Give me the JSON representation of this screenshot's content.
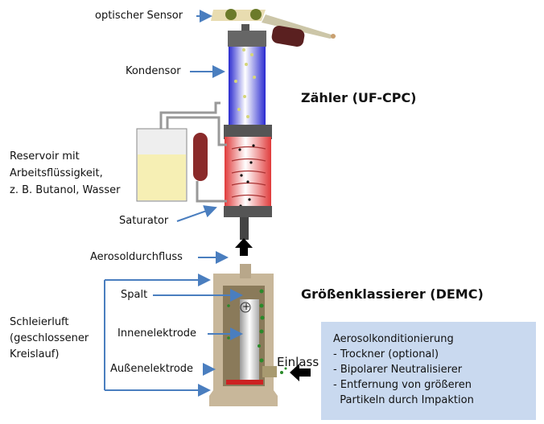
{
  "labels": {
    "optical_sensor": "optischer Sensor",
    "condenser": "Kondensor",
    "reservoir": [
      "Reservoir mit",
      "Arbeitsflüssigkeit,",
      "z. B. Butanol, Wasser"
    ],
    "saturator": "Saturator",
    "aerosol_flow": "Aerosoldurchfluss",
    "gap": "Spalt",
    "inner_electrode": "Innenelektrode",
    "outer_electrode": "Außenelektrode",
    "sheath_air": [
      "Schleierluft",
      "(geschlossener",
      "Kreislauf)"
    ],
    "inlet": "Einlass",
    "plus_sign": "+"
  },
  "titles": {
    "counter": "Zähler (UF-CPC)",
    "classifier": "Größenklassierer  (DEMC)"
  },
  "info_box": {
    "heading": "Aerosolkonditionierung",
    "items": [
      "- Trockner (optional)",
      "- Bipolarer Neutralisierer",
      "- Entfernung von größeren",
      "  Partikeln durch Impaktion"
    ]
  },
  "colors": {
    "arrow": "#4a7ebf",
    "box": "#c9d9ef",
    "condenser": "#3a3ae0",
    "saturator": "#e03a3a",
    "demc": "#c8b79a"
  }
}
